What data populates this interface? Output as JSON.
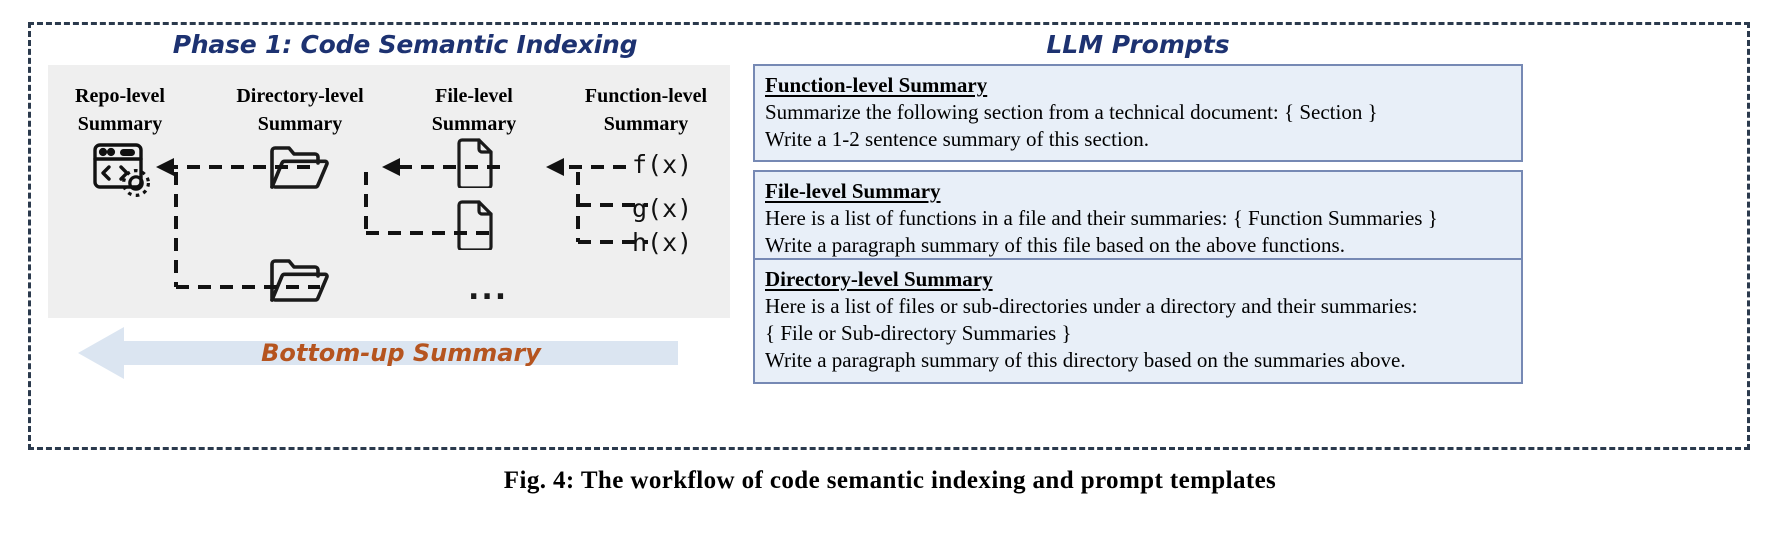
{
  "figure": {
    "caption": "Fig. 4: The workflow of code semantic indexing and prompt templates"
  },
  "left_panel": {
    "title": "Phase 1: Code Semantic Indexing",
    "columns": [
      {
        "label": "Repo-level\nSummary",
        "line1": "Repo-level",
        "line2": "Summary",
        "icon": "repo-code-window-gear-icon"
      },
      {
        "label": "Directory-level\nSummary",
        "line1": "Directory-level",
        "line2": "Summary",
        "icon": "folder-icon"
      },
      {
        "label": "File-level\nSummary",
        "line1": "File-level",
        "line2": "Summary",
        "icon": "file-document-icon"
      },
      {
        "label": "Function-level\nSummary",
        "line1": "Function-level",
        "line2": "Summary",
        "icon": "function-text-icon"
      }
    ],
    "functions": [
      "f(x)",
      "g(x)",
      "h(x)"
    ],
    "ellipsis": "...",
    "banner": {
      "label": "Bottom-up Summary",
      "direction": "left",
      "fill_color": "#dbe5f1",
      "text_color": "#b5541f"
    },
    "panel_background": "#efefef"
  },
  "right_panel": {
    "title": "LLM Prompts",
    "accent_color": "#1d3271",
    "box_fill": "#e8eff8",
    "box_border": "#7689b4",
    "prompts": [
      {
        "heading": "Function-level Summary",
        "lines": [
          "Summarize the following section from a technical document: { Section }",
          "Write a 1-2 sentence summary of this section."
        ]
      },
      {
        "heading": "File-level Summary",
        "lines": [
          "Here is a list of functions in a file and their summaries:  { Function Summaries }",
          "Write a paragraph summary of this file based on the above functions."
        ]
      },
      {
        "heading": "Directory-level Summary",
        "lines": [
          "Here is a list of files or sub-directories under a directory and their summaries:",
          "{ File or Sub-directory Summaries }",
          "Write a paragraph summary of this directory based on the summaries above."
        ]
      }
    ]
  }
}
